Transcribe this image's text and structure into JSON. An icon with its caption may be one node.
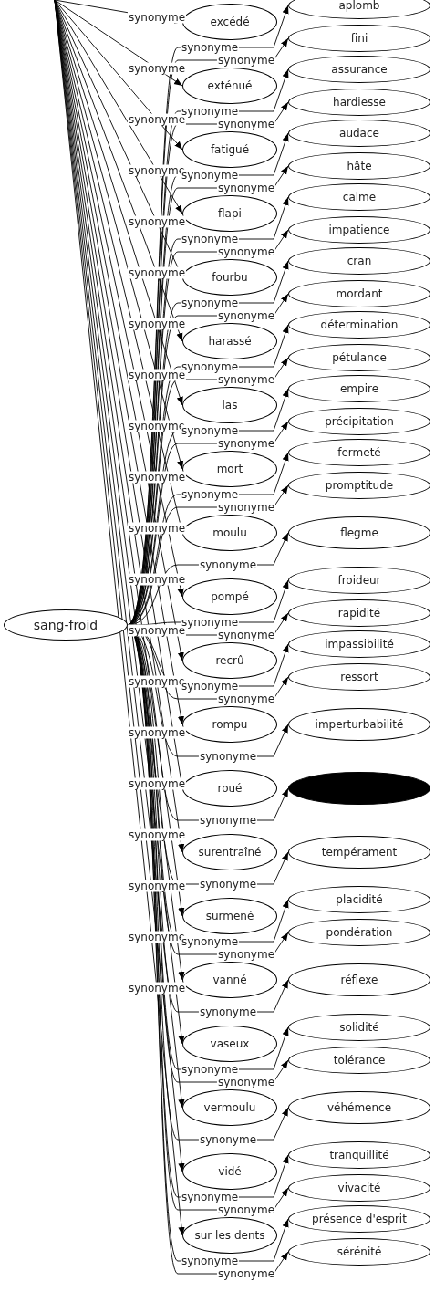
{
  "diagram": {
    "nodes": [
      {
        "text": [
          "excédé"
        ]
      },
      {
        "text": [
          "aplomb"
        ]
      },
      {
        "text": [
          "fini"
        ]
      },
      {
        "text": [
          "exténué"
        ]
      },
      {
        "text": [
          "assurance"
        ]
      },
      {
        "text": [
          "hardiesse"
        ]
      },
      {
        "text": [
          "fatigué"
        ]
      },
      {
        "text": [
          "audace"
        ]
      },
      {
        "text": [
          "hâte"
        ]
      },
      {
        "text": [
          "flapi"
        ]
      },
      {
        "text": [
          "calme"
        ]
      },
      {
        "text": [
          "impatience"
        ]
      },
      {
        "text": [
          "fourbu"
        ]
      },
      {
        "text": [
          "cran"
        ]
      },
      {
        "text": [
          "mordant"
        ]
      },
      {
        "text": [
          "harassé"
        ]
      },
      {
        "text": [
          "détermination"
        ]
      },
      {
        "text": [
          "pétulance"
        ]
      },
      {
        "text": [
          "las"
        ]
      },
      {
        "text": [
          "empire"
        ]
      },
      {
        "text": [
          "précipitation"
        ]
      },
      {
        "text": [
          "mort"
        ]
      },
      {
        "text": [
          "fermeté"
        ]
      },
      {
        "text": [
          "promptitude"
        ]
      },
      {
        "text": [
          "moulu"
        ]
      },
      {
        "text": [
          "flegme"
        ]
      },
      {
        "text": [
          "sang-froid"
        ]
      },
      {
        "text": [
          "pompé"
        ]
      },
      {
        "text": [
          "froideur"
        ]
      },
      {
        "text": [
          "rapidité"
        ]
      },
      {
        "text": [
          "recrû"
        ]
      },
      {
        "text": [
          "impassibilité"
        ]
      },
      {
        "text": [
          "ressort"
        ]
      },
      {
        "text": [
          "rompu"
        ]
      },
      {
        "text": [
          "imperturbabilité"
        ]
      },
      {
        "text": [
          "roué"
        ]
      },
      {
        "text": [],
        "shape": "ellipse"
      },
      {
        "text": [
          "surentraîné"
        ]
      },
      {
        "text": [
          "tempérament"
        ]
      },
      {
        "text": [
          "surmené"
        ]
      },
      {
        "text": [
          "placidité"
        ]
      },
      {
        "text": [
          "pondération"
        ]
      },
      {
        "text": [
          "vanné"
        ]
      },
      {
        "text": [
          "réflexe"
        ]
      },
      {
        "text": [
          "vaseux"
        ]
      },
      {
        "text": [
          "solidité"
        ]
      },
      {
        "text": [
          "tolérance"
        ]
      },
      {
        "text": [
          "vermoulu"
        ]
      },
      {
        "text": [
          "véhémence"
        ]
      },
      {
        "text": [
          "vidé"
        ]
      },
      {
        "text": [
          "tranquillité"
        ]
      },
      {
        "text": [
          "vivacité"
        ]
      },
      {
        "text": [
          "sur les dents"
        ]
      },
      {
        "text": [
          "présence d'esprit"
        ]
      },
      {
        "text": [
          "sérénité"
        ]
      }
    ],
    "edges": [
      {
        "from": null,
        "to": 0,
        "arrow": "to",
        "label": "synonyme"
      },
      {
        "from": null,
        "to": 3,
        "arrow": "to",
        "label": "synonyme"
      },
      {
        "from": null,
        "to": 6,
        "arrow": "to",
        "label": "synonyme"
      },
      {
        "from": null,
        "to": 9,
        "arrow": "to",
        "label": "synonyme"
      },
      {
        "from": null,
        "to": 12,
        "arrow": "to",
        "label": "synonyme"
      },
      {
        "from": null,
        "to": 15,
        "arrow": "to",
        "label": "synonyme"
      },
      {
        "from": null,
        "to": 18,
        "arrow": "to",
        "label": "synonyme"
      },
      {
        "from": null,
        "to": 21,
        "arrow": "to",
        "label": "synonyme"
      },
      {
        "from": null,
        "to": 24,
        "arrow": "to",
        "label": "synonyme"
      },
      {
        "from": null,
        "to": 27,
        "arrow": "to",
        "label": "synonyme"
      },
      {
        "from": null,
        "to": 30,
        "arrow": "to",
        "label": "synonyme"
      },
      {
        "from": null,
        "to": 33,
        "arrow": "to",
        "label": "synonyme"
      },
      {
        "from": null,
        "to": 35,
        "arrow": "to",
        "label": "synonyme"
      },
      {
        "from": null,
        "to": 37,
        "arrow": "to",
        "label": "synonyme"
      },
      {
        "from": null,
        "to": 39,
        "arrow": "to",
        "label": "synonyme"
      },
      {
        "from": null,
        "to": 42,
        "arrow": "to",
        "label": "synonyme"
      },
      {
        "from": null,
        "to": 44,
        "arrow": "to",
        "label": "synonyme"
      },
      {
        "from": null,
        "to": 47,
        "arrow": "to",
        "label": "synonyme"
      },
      {
        "from": null,
        "to": 49,
        "arrow": "to",
        "label": "synonyme"
      },
      {
        "from": null,
        "to": 52,
        "arrow": "to",
        "label": "synonyme"
      },
      {
        "from": 26,
        "to": 1,
        "arrow": "to",
        "label": "synonyme"
      },
      {
        "from": 26,
        "to": 2,
        "arrow": "to",
        "label": "synonyme"
      },
      {
        "from": 26,
        "to": 4,
        "arrow": "to",
        "label": "synonyme"
      },
      {
        "from": 26,
        "to": 5,
        "arrow": "to",
        "label": "synonyme"
      },
      {
        "from": 26,
        "to": 7,
        "arrow": "to",
        "label": "synonyme"
      },
      {
        "from": 26,
        "to": 8,
        "arrow": "to",
        "label": "synonyme"
      },
      {
        "from": 26,
        "to": 10,
        "arrow": "to",
        "label": "synonyme"
      },
      {
        "from": 26,
        "to": 11,
        "arrow": "to",
        "label": "synonyme"
      },
      {
        "from": 26,
        "to": 13,
        "arrow": "to",
        "label": "synonyme"
      },
      {
        "from": 26,
        "to": 14,
        "arrow": "to",
        "label": "synonyme"
      },
      {
        "from": 26,
        "to": 16,
        "arrow": "to",
        "label": "synonyme"
      },
      {
        "from": 26,
        "to": 17,
        "arrow": "to",
        "label": "synonyme"
      },
      {
        "from": 26,
        "to": 19,
        "arrow": "to",
        "label": "synonyme"
      },
      {
        "from": 26,
        "to": 20,
        "arrow": "to",
        "label": "synonyme"
      },
      {
        "from": 26,
        "to": 22,
        "arrow": "to",
        "label": "synonyme"
      },
      {
        "from": 26,
        "to": 23,
        "arrow": "to",
        "label": "synonyme"
      },
      {
        "from": 26,
        "to": 25,
        "arrow": "to",
        "label": "synonyme"
      },
      {
        "from": 26,
        "to": 28,
        "arrow": "to",
        "label": "synonyme"
      },
      {
        "from": 26,
        "to": 29,
        "arrow": "to",
        "label": "synonyme"
      },
      {
        "from": 26,
        "to": 31,
        "arrow": "to",
        "label": "synonyme"
      },
      {
        "from": 26,
        "to": 32,
        "arrow": "to",
        "label": "synonyme"
      },
      {
        "from": 26,
        "to": 34,
        "arrow": "to",
        "label": "synonyme"
      },
      {
        "from": 26,
        "to": 36,
        "arrow": "to",
        "label": "synonyme"
      },
      {
        "from": 26,
        "to": 38,
        "arrow": "to",
        "label": "synonyme"
      },
      {
        "from": 26,
        "to": 40,
        "arrow": "to",
        "label": "synonyme"
      },
      {
        "from": 26,
        "to": 41,
        "arrow": "to",
        "label": "synonyme"
      },
      {
        "from": 26,
        "to": 43,
        "arrow": "to",
        "label": "synonyme"
      },
      {
        "from": 26,
        "to": 45,
        "arrow": "to",
        "label": "synonyme"
      },
      {
        "from": 26,
        "to": 46,
        "arrow": "to",
        "label": "synonyme"
      },
      {
        "from": 26,
        "to": 48,
        "arrow": "to",
        "label": "synonyme"
      },
      {
        "from": 26,
        "to": 50,
        "arrow": "to",
        "label": "synonyme"
      },
      {
        "from": 26,
        "to": 51,
        "arrow": "to",
        "label": "synonyme"
      },
      {
        "from": 26,
        "to": 53,
        "arrow": "to",
        "label": "synonyme"
      },
      {
        "from": 26,
        "to": 54,
        "arrow": "to",
        "label": "synonyme"
      }
    ]
  }
}
